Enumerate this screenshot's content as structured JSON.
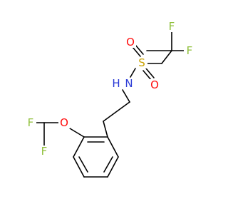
{
  "diagram": {
    "type": "skeletal-formula",
    "background": "#ffffff",
    "bond_color": "#000000",
    "atom_colors": {
      "F": "#8fbf3a",
      "O": "#ff0d0d",
      "S": "#c8a000",
      "N": "#2b3bd6"
    },
    "atoms": [
      {
        "id": "F1",
        "symbol": "F"
      },
      {
        "id": "F2",
        "symbol": "F"
      },
      {
        "id": "O1",
        "symbol": "O"
      },
      {
        "id": "O2",
        "symbol": "O"
      },
      {
        "id": "S1",
        "symbol": "S"
      },
      {
        "id": "N1",
        "symbol": "N"
      },
      {
        "id": "H1",
        "symbol": "H"
      },
      {
        "id": "O3",
        "symbol": "O"
      },
      {
        "id": "F3",
        "symbol": "F"
      },
      {
        "id": "F4",
        "symbol": "F"
      }
    ]
  }
}
